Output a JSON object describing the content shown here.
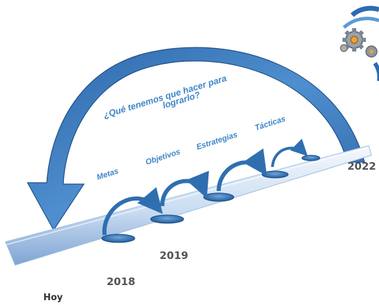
{
  "question": {
    "line1": "¿Qué tenemos que hacer para",
    "line2": "lograrlo?"
  },
  "steps": [
    "Metas",
    "Objetivos",
    "Estrategias",
    "Tácticas"
  ],
  "timeline": {
    "start_label": "Hoy",
    "years": [
      "2018",
      "2019",
      "2022"
    ]
  },
  "logo": {
    "icon": "gears-icon"
  },
  "colors": {
    "arrow_blue": "#2f6fb0",
    "arrow_light": "#5b9bd5",
    "ramp_light": "#dbe8f6",
    "ramp_dark": "#8fb3da",
    "label_blue": "#3f86c8"
  }
}
